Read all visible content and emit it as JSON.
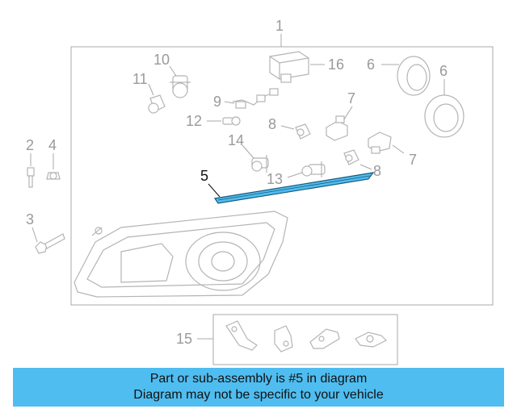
{
  "diagram": {
    "callouts": {
      "c1": "1",
      "c2": "2",
      "c3": "3",
      "c4": "4",
      "c5": "5",
      "c6a": "6",
      "c6b": "6",
      "c7a": "7",
      "c7b": "7",
      "c8a": "8",
      "c8b": "8",
      "c9": "9",
      "c10": "10",
      "c11": "11",
      "c12": "12",
      "c13": "13",
      "c14": "14",
      "c15": "15",
      "c16": "16"
    },
    "highlight_part": "5",
    "highlight_color": "#4fbdf0"
  },
  "banner": {
    "line1": "Part or sub-assembly is #5 in diagram",
    "line2": "Diagram may not be specific to your vehicle",
    "background": "#4fbdf0"
  }
}
